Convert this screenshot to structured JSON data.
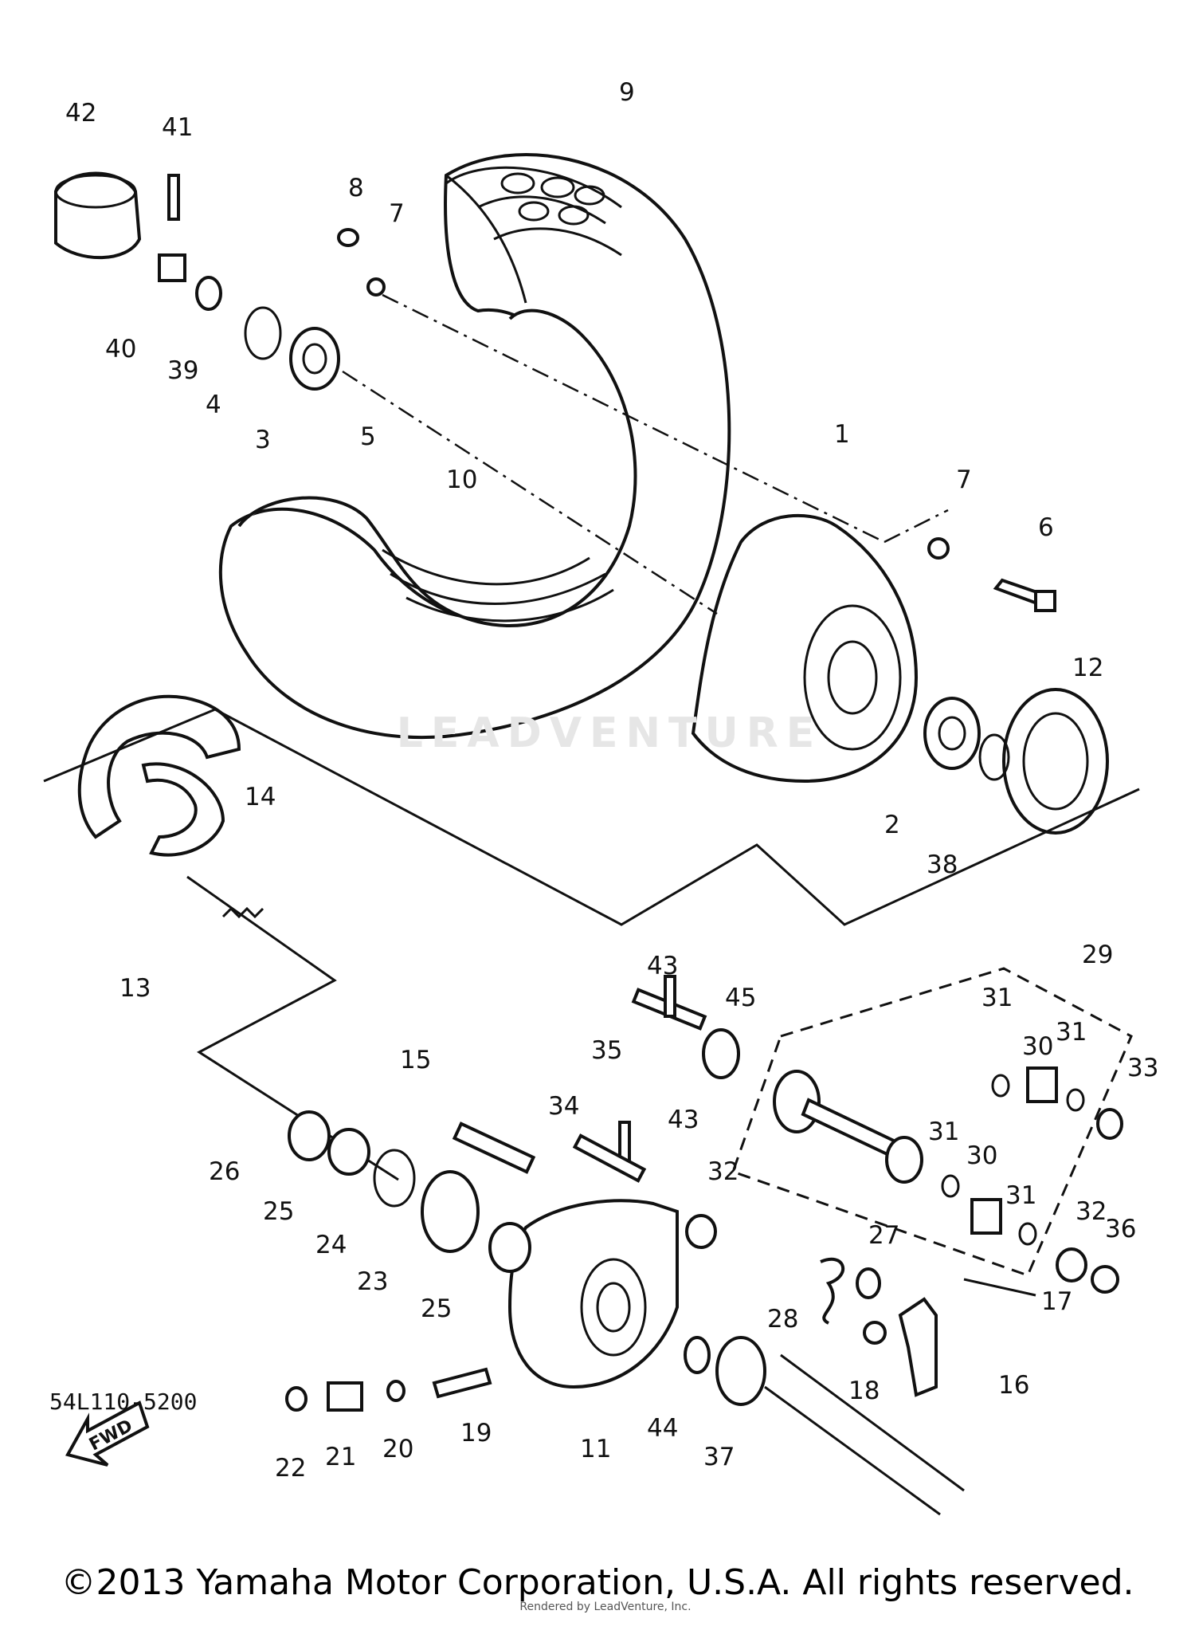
{
  "diagram": {
    "drawing_code": "54L110-5200",
    "copyright": "©2013 Yamaha Motor Corporation, U.S.A. All rights reserved.",
    "overlay_text": "Rendered by LeadVenture, Inc.",
    "watermark": "LEADVENTURE",
    "fwd_label": "FWD",
    "part_labels": [
      "1",
      "2",
      "3",
      "4",
      "5",
      "6",
      "7",
      "7",
      "8",
      "9",
      "10",
      "11",
      "12",
      "13",
      "14",
      "15",
      "16",
      "17",
      "18",
      "19",
      "20",
      "21",
      "22",
      "23",
      "24",
      "25",
      "25",
      "26",
      "27",
      "28",
      "29",
      "30",
      "30",
      "31",
      "31",
      "31",
      "31",
      "32",
      "32",
      "33",
      "34",
      "35",
      "36",
      "37",
      "38",
      "39",
      "40",
      "41",
      "42",
      "43",
      "43",
      "44",
      "45"
    ]
  }
}
